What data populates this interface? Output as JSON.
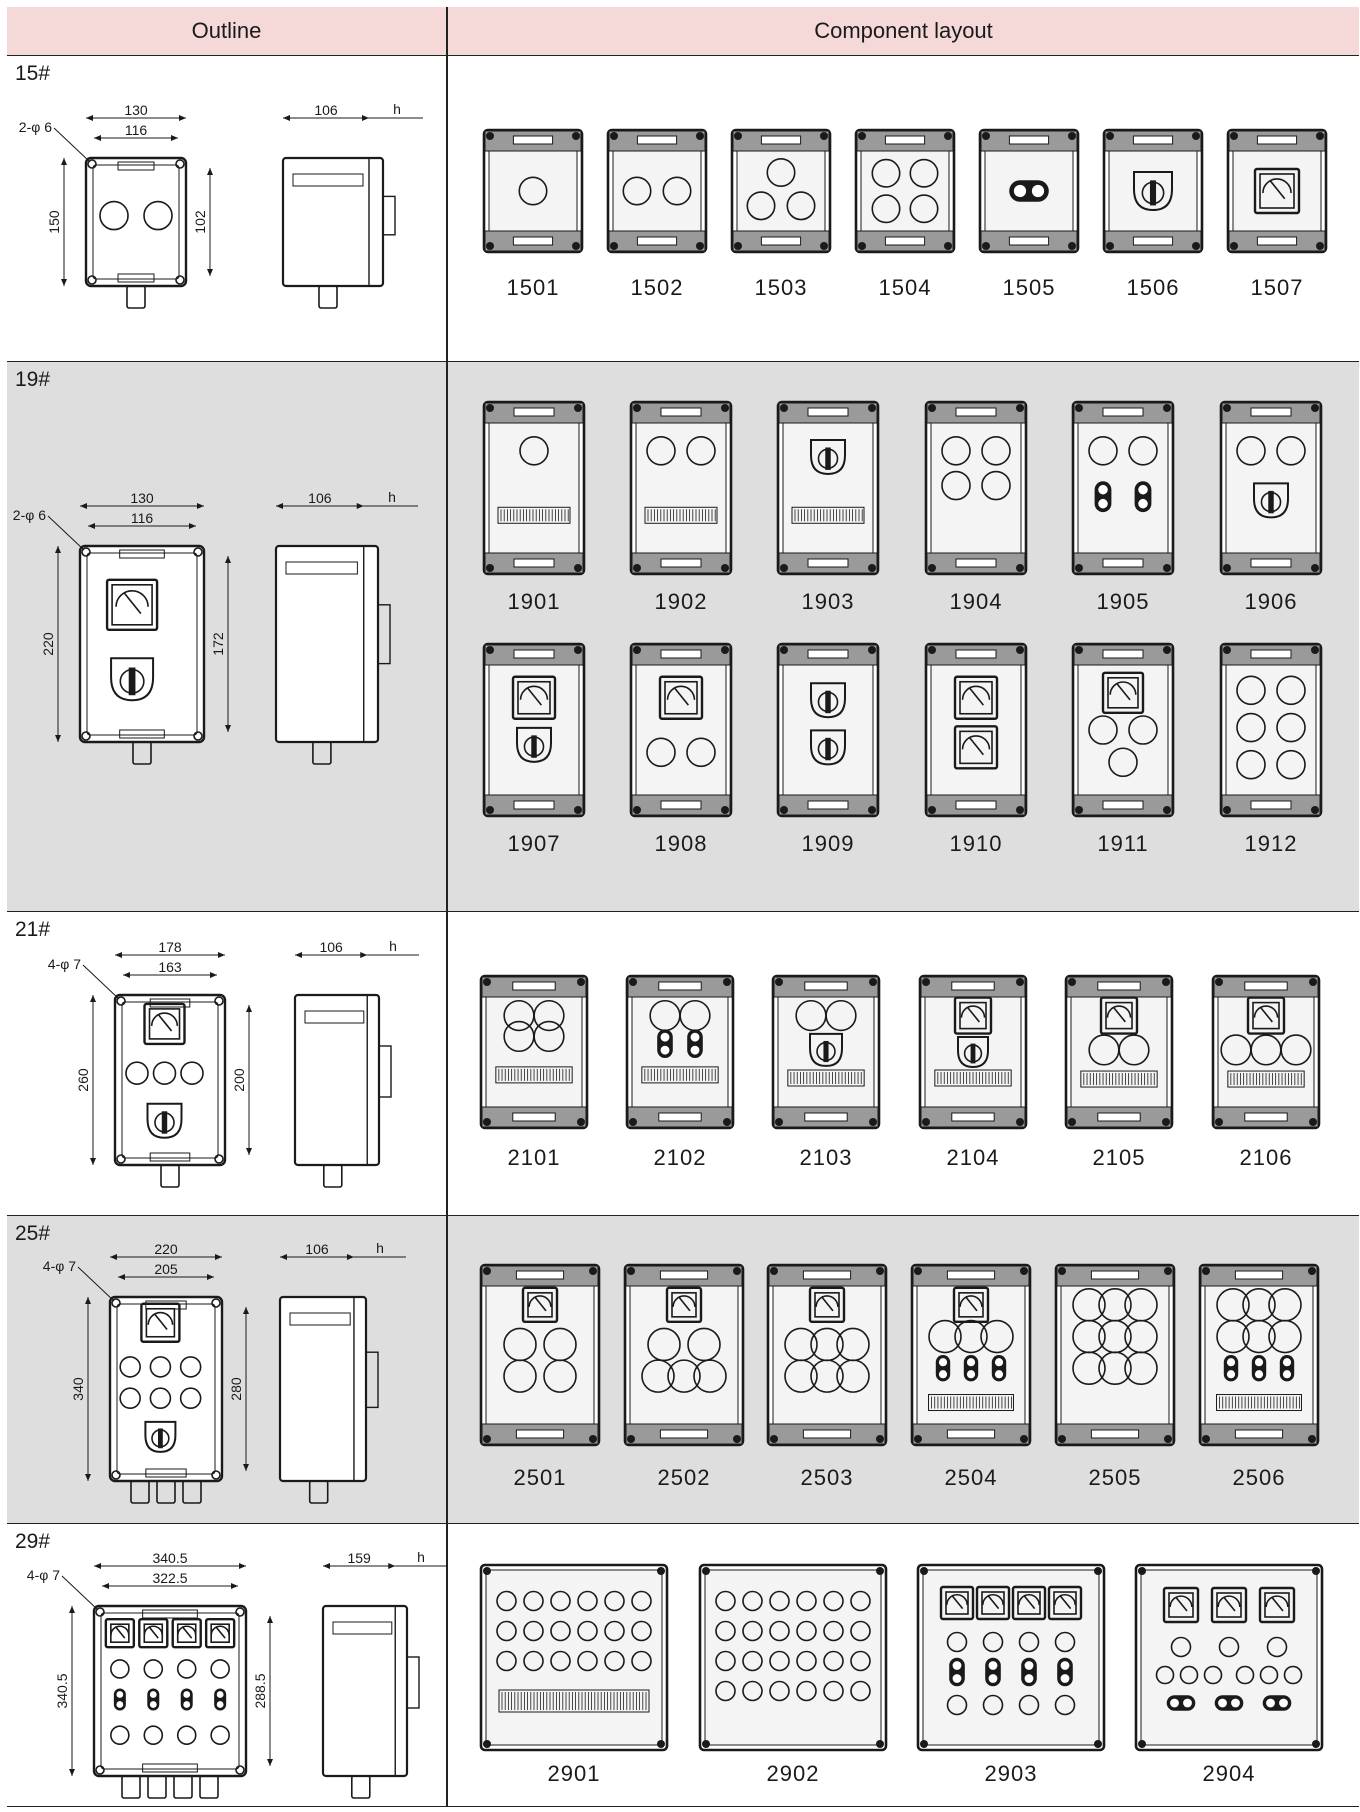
{
  "header": {
    "outline": "Outline",
    "layout": "Component layout"
  },
  "rows": [
    {
      "label": "15#",
      "outline": {
        "hole": "2-φ 6",
        "w_outer": "130",
        "w_inner": "116",
        "h_outer": "150",
        "h_inner": "102",
        "depth": "106",
        "h": "h"
      },
      "codes": [
        "1501",
        "1502",
        "1503",
        "1504",
        "1505",
        "1506",
        "1507"
      ]
    },
    {
      "label": "19#",
      "outline": {
        "hole": "2-φ 6",
        "w_outer": "130",
        "w_inner": "116",
        "h_outer": "220",
        "h_inner": "172",
        "depth": "106",
        "h": "h"
      },
      "codes": [
        "1901",
        "1902",
        "1903",
        "1904",
        "1905",
        "1906",
        "1907",
        "1908",
        "1909",
        "1910",
        "1911",
        "1912"
      ]
    },
    {
      "label": "21#",
      "outline": {
        "hole": "4-φ 7",
        "w_outer": "178",
        "w_inner": "163",
        "h_outer": "260",
        "h_inner": "200",
        "depth": "106",
        "h": "h"
      },
      "codes": [
        "2101",
        "2102",
        "2103",
        "2104",
        "2105",
        "2106"
      ]
    },
    {
      "label": "25#",
      "outline": {
        "hole": "4-φ 7",
        "w_outer": "220",
        "w_inner": "205",
        "h_outer": "340",
        "h_inner": "280",
        "depth": "106",
        "h": "h"
      },
      "codes": [
        "2501",
        "2502",
        "2503",
        "2504",
        "2505",
        "2506"
      ]
    },
    {
      "label": "29#",
      "outline": {
        "hole": "4-φ 7",
        "w_outer": "340.5",
        "w_inner": "322.5",
        "h_outer": "340.5",
        "h_inner": "288.5",
        "depth": "159",
        "h": "h"
      },
      "codes": [
        "2901",
        "2902",
        "2903",
        "2904"
      ]
    }
  ],
  "colors": {
    "header_bg": "#f5d8d8",
    "shade_bg": "#dedede",
    "line": "#222222"
  }
}
